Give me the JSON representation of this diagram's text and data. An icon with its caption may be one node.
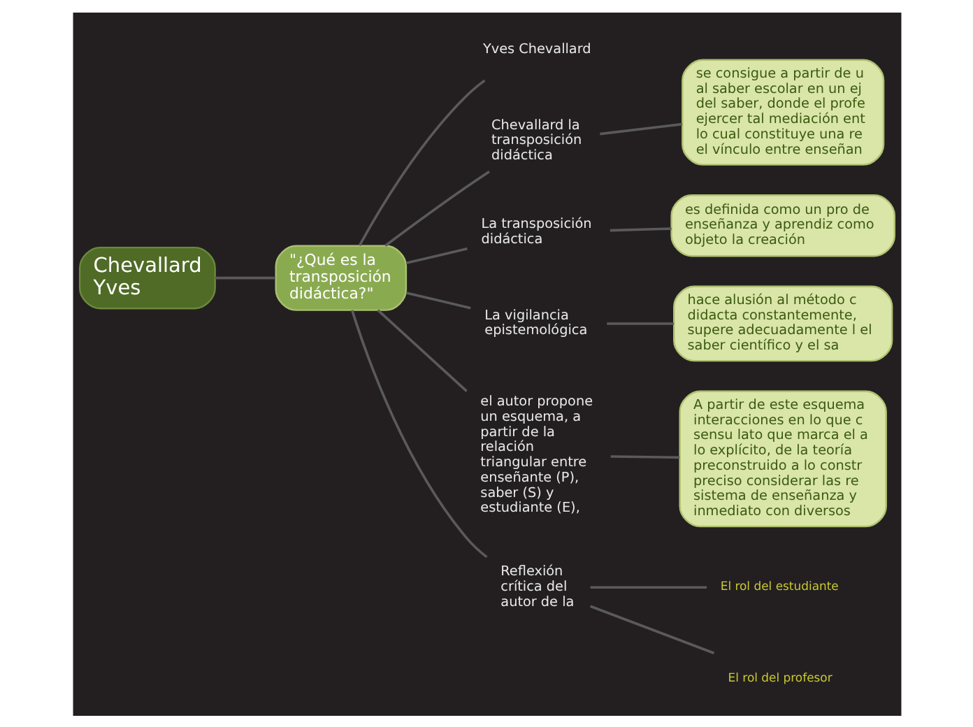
{
  "diagram": {
    "nodes": [
      {
        "text": [
          "Chevallard Yves"
        ]
      },
      {
        "text": [
          "\"¿Qué es la transposición didáctica?\""
        ]
      },
      {
        "text": [
          "Yves Chevallard"
        ]
      },
      {
        "text": [
          "Chevallard la transposición didáctica"
        ]
      },
      {
        "text": [
          "se consigue a partir de u al saber escolar en un ej del saber, donde el profe ejercer tal mediación ent lo cual constituye una re el vínculo entre enseñan"
        ]
      },
      {
        "text": [
          "La transposición didáctica"
        ]
      },
      {
        "text": [
          "es definida como un pro de enseñanza y aprendiz como objeto la creación"
        ]
      },
      {
        "text": [
          "La vigilancia epistemológica"
        ]
      },
      {
        "text": [
          "hace alusión al método c didacta constantemente, supere adecuadamente l el saber científico y el sa"
        ]
      },
      {
        "text": [
          "el autor propone un esquema, a partir de la relación triangular entre enseñante (P), saber (S) y estudiante (E),"
        ]
      },
      {
        "text": [
          "A partir de este esquema interacciones en lo que c sensu lato que marca el a lo explícito, de la teoría preconstruido a lo constr preciso considerar las re sistema de enseñanza y inmediato con diversos"
        ]
      },
      {
        "text": [
          "Reflexión crítica del autor de la"
        ]
      },
      {
        "text": [
          "El rol del estudiante"
        ]
      },
      {
        "text": [
          "El rol del profesor"
        ]
      }
    ],
    "edges": [
      {
        "from": 0,
        "to": 1,
        "arrow": "none"
      },
      {
        "from": 1,
        "to": 2,
        "arrow": "none"
      },
      {
        "from": 1,
        "to": 3,
        "arrow": "none"
      },
      {
        "from": 3,
        "to": 4,
        "arrow": "none"
      },
      {
        "from": 1,
        "to": 5,
        "arrow": "none"
      },
      {
        "from": 5,
        "to": 6,
        "arrow": "none"
      },
      {
        "from": 1,
        "to": 7,
        "arrow": "none"
      },
      {
        "from": 7,
        "to": 8,
        "arrow": "none"
      },
      {
        "from": 1,
        "to": 9,
        "arrow": "none"
      },
      {
        "from": 9,
        "to": 10,
        "arrow": "none"
      },
      {
        "from": 1,
        "to": 11,
        "arrow": "none"
      },
      {
        "from": 11,
        "to": 12,
        "arrow": "none"
      },
      {
        "from": 11,
        "to": 13,
        "arrow": "none"
      }
    ]
  }
}
